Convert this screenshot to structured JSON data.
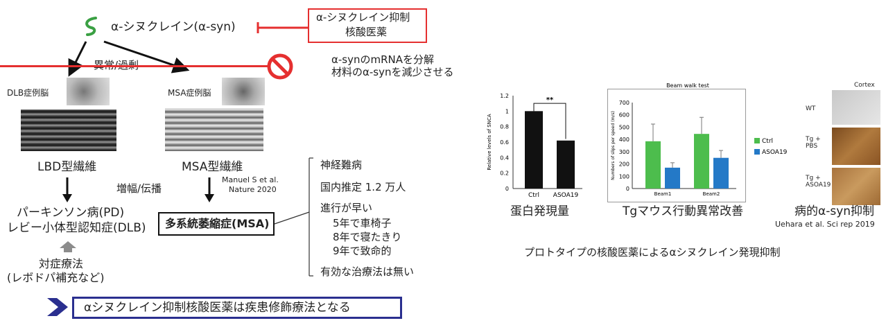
{
  "left": {
    "asyn_label": "α-シヌクレイン(α-syn)",
    "inhibitor_box": [
      "α-シヌクレイン抑制",
      "核酸医薬"
    ],
    "mechanism": [
      "α-synのmRNAを分解",
      "材料のα-synを減少させる"
    ],
    "abnormal": "異常/過剰",
    "dlb_brain": "DLB症例脳",
    "msa_brain": "MSA症例脳",
    "lbd_fiber": "LBD型繊維",
    "msa_fiber": "MSA型繊維",
    "amplify": "増幅/伝播",
    "citation": [
      "Manuel S et al.",
      "Nature 2020"
    ],
    "pd": [
      "パーキンソン病(PD)",
      "レビー小体型認知症(DLB)"
    ],
    "symptomatic": [
      "対症療法",
      "(レボドパ補充など)"
    ],
    "msa_box": "多系統萎縮症(MSA)",
    "msa_points": {
      "p1": "神経難病",
      "p2": "国内推定 1.2 万人",
      "p3": "進行が早い",
      "p4": "5年で車椅子",
      "p5": "8年で寝たきり",
      "p6": "9年で致命的",
      "p7": "有効な治療法は無い"
    },
    "banner": "αシヌクレイン抑制核酸医薬は疾患修飾療法となる"
  },
  "right": {
    "caption1": "蛋白発現量",
    "caption2": "Tgマウス行動異常改善",
    "caption3": "病的α-syn抑制",
    "citation": "Uehara et al. Sci rep 2019",
    "footer": "プロトタイプの核酸医薬によるαシヌクレイン発現抑制",
    "cortex_label": "Cortex",
    "panel_labels": [
      "WT",
      "Tg +\nPBS",
      "Tg +\nASOA19"
    ]
  },
  "colors": {
    "red": "#e52f2f",
    "navy": "#2a2f8f",
    "green": "#4dbd4d",
    "blue": "#2479c7"
  },
  "chart_data": [
    {
      "type": "bar",
      "categories": [
        "Ctrl",
        "ASOA19"
      ],
      "values": [
        1.0,
        0.62
      ],
      "ylabel": "Relative levels of SNCA",
      "ylim": [
        0,
        1.2
      ],
      "yticks": [
        "0",
        "0.2",
        "0.4",
        "0.6",
        "0.8",
        "1",
        "1.2"
      ],
      "significance": "**"
    },
    {
      "type": "bar",
      "title": "Beam walk test",
      "categories": [
        "Beam1",
        "Beam2"
      ],
      "series": [
        {
          "name": "Ctrl",
          "values": [
            385,
            445
          ]
        },
        {
          "name": "ASOA19",
          "values": [
            170,
            250
          ]
        }
      ],
      "ylabel": "Numbers of slips per speed (m/s)",
      "ylim": [
        0,
        700
      ],
      "yticks": [
        "0",
        "100",
        "200",
        "300",
        "400",
        "500",
        "600",
        "700"
      ],
      "legend": "right"
    }
  ]
}
